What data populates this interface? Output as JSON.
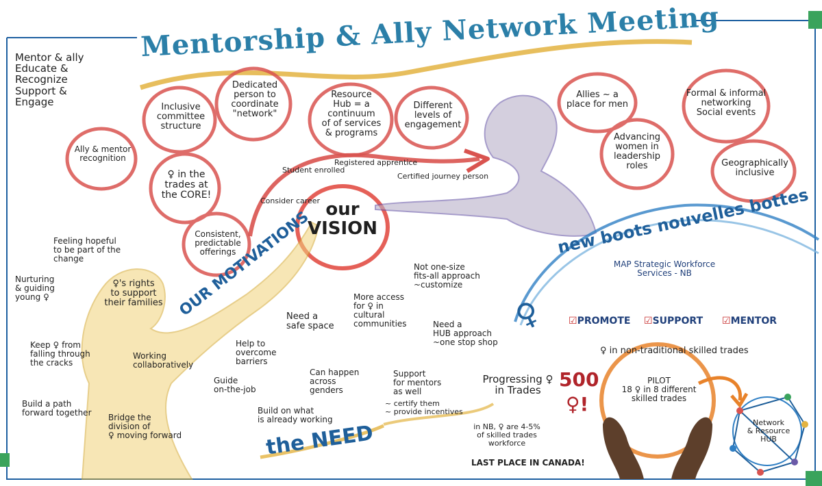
{
  "title": "Mentorship & Ally Network Meeting",
  "left_list": [
    {
      "lines": [
        "Mentor & ally",
        "Educate &",
        "Recognize",
        "Support &",
        "Engage"
      ]
    }
  ],
  "circles": [
    {
      "lines": [
        "Ally & mentor",
        "recognition"
      ]
    },
    {
      "lines": [
        "Inclusive",
        "committee",
        "structure"
      ]
    },
    {
      "lines": [
        "Dedicated",
        "person to",
        "coordinate",
        "\"network\""
      ]
    },
    {
      "lines": [
        "Resource",
        "Hub = a",
        "continuum",
        "of of services",
        "& programs"
      ]
    },
    {
      "lines": [
        "Different",
        "levels of",
        "engagement"
      ]
    },
    {
      "lines": [
        "♀ in the",
        "trades at",
        "the CORE!"
      ]
    },
    {
      "lines": [
        "Consistent,",
        "predictable",
        "offerings"
      ]
    },
    {
      "lines": [
        "Allies ~ a",
        "place for men"
      ]
    },
    {
      "lines": [
        "Formal & informal",
        "networking",
        "Social events"
      ]
    },
    {
      "lines": [
        "Advancing",
        "women in",
        "leadership",
        "roles"
      ]
    },
    {
      "lines": [
        "Geographically",
        "inclusive"
      ]
    }
  ],
  "pathway": [
    "Consider career",
    "Student enrolled",
    "Registered apprentice",
    "Certified journey person"
  ],
  "vision": {
    "line1": "our",
    "line2": "VISION"
  },
  "motivations_label": "OUR MOTIVATIONS",
  "motivations": [
    {
      "lines": [
        "Feeling hopeful",
        "to be part of the",
        "change"
      ]
    },
    {
      "lines": [
        "Nurturing",
        "& guiding",
        "young ♀"
      ]
    },
    {
      "lines": [
        "♀'s rights",
        "to support",
        "their families"
      ]
    },
    {
      "lines": [
        "Keep ♀ from",
        "falling through",
        "the cracks"
      ]
    },
    {
      "lines": [
        "Working",
        "collaboratively"
      ]
    },
    {
      "lines": [
        "Build a path",
        "forward together"
      ]
    },
    {
      "lines": [
        "Bridge the",
        "division of",
        "♀ moving forward"
      ]
    }
  ],
  "needs": [
    {
      "lines": [
        "Not one-size",
        "fits-all approach",
        "~customize"
      ]
    },
    {
      "lines": [
        "More access",
        "for ♀ in",
        "cultural",
        "communities"
      ]
    },
    {
      "lines": [
        "Need a",
        "safe space"
      ]
    },
    {
      "lines": [
        "Need a",
        "HUB approach",
        "~one stop shop"
      ]
    },
    {
      "lines": [
        "Help to",
        "overcome",
        "barriers"
      ]
    },
    {
      "lines": [
        "Can happen",
        "across",
        "genders"
      ]
    },
    {
      "lines": [
        "Guide",
        "on-the-job"
      ]
    },
    {
      "lines": [
        "Support",
        "for mentors",
        "as well"
      ]
    },
    {
      "lines": [
        "~ certify them",
        "~ provide incentives"
      ]
    },
    {
      "lines": [
        "Build on what",
        "is already working"
      ]
    }
  ],
  "need_label": "the NEED",
  "stats": {
    "heading_lines": [
      "Progressing ♀",
      "in Trades"
    ],
    "detail_lines": [
      "in NB, ♀ are 4-5%",
      "of skilled trades",
      "workforce"
    ],
    "footer": "LAST PLACE IN CANADA!"
  },
  "program": {
    "name": "new boots nouvelles bottes",
    "subtitle_lines": [
      "MAP Strategic Workforce",
      "Services - NB"
    ],
    "checks": [
      "PROMOTE",
      "SUPPORT",
      "MENTOR"
    ],
    "tagline": "♀ in non-traditional skilled trades",
    "count": "500",
    "count_symbol": "♀!",
    "pilot_lines": [
      "PILOT",
      "18 ♀ in 8 different",
      "skilled trades"
    ],
    "hub_lines": [
      "Network",
      "& Resource",
      "HUB"
    ]
  },
  "colors": {
    "title": "#2b7fa8",
    "circle": "#d9534f",
    "gold": "#e3b341",
    "blue": "#2f7fc4",
    "purple": "#6b5aa8",
    "star": "#3b7fbf",
    "pink_star": "#c2358f",
    "red": "#c62828",
    "orange": "#e8822a"
  }
}
